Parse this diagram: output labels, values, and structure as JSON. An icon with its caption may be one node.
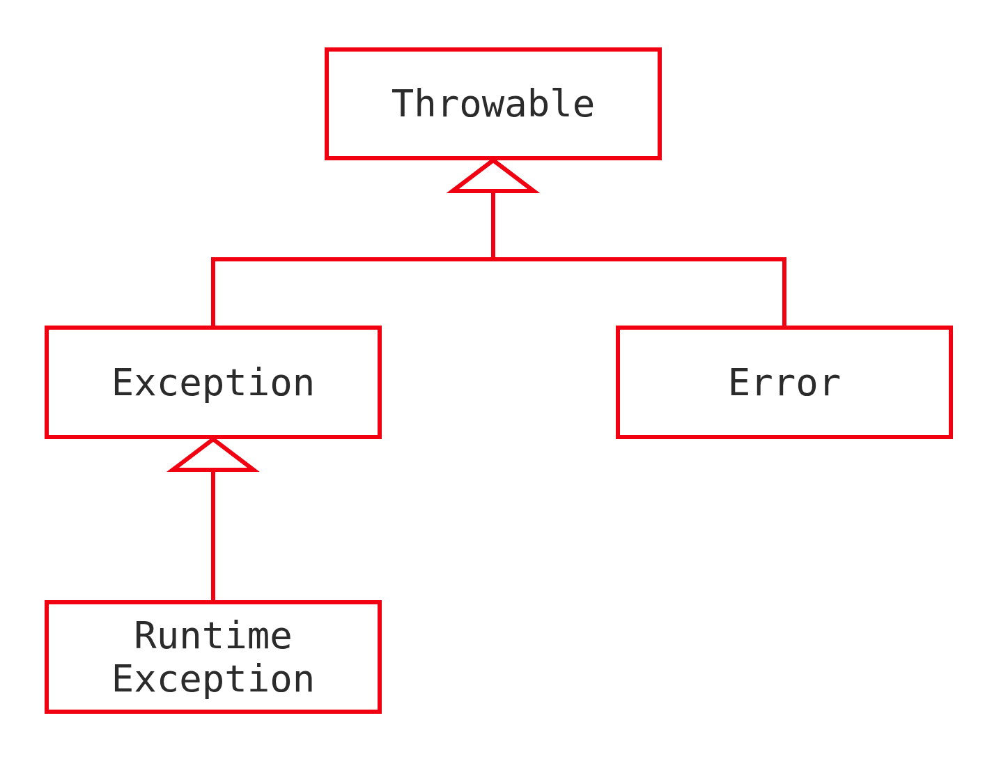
{
  "diagram": {
    "nodes": [
      {
        "text": [
          "Throwable"
        ]
      },
      {
        "text": [
          "Exception"
        ]
      },
      {
        "text": [
          "Error"
        ]
      },
      {
        "text": [
          "Runtime Exception"
        ]
      }
    ],
    "edges": [
      {
        "from": 1,
        "to": 0,
        "arrow": "to"
      },
      {
        "from": 2,
        "to": 0,
        "arrow": "to"
      },
      {
        "from": 3,
        "to": 1,
        "arrow": "to"
      }
    ]
  }
}
